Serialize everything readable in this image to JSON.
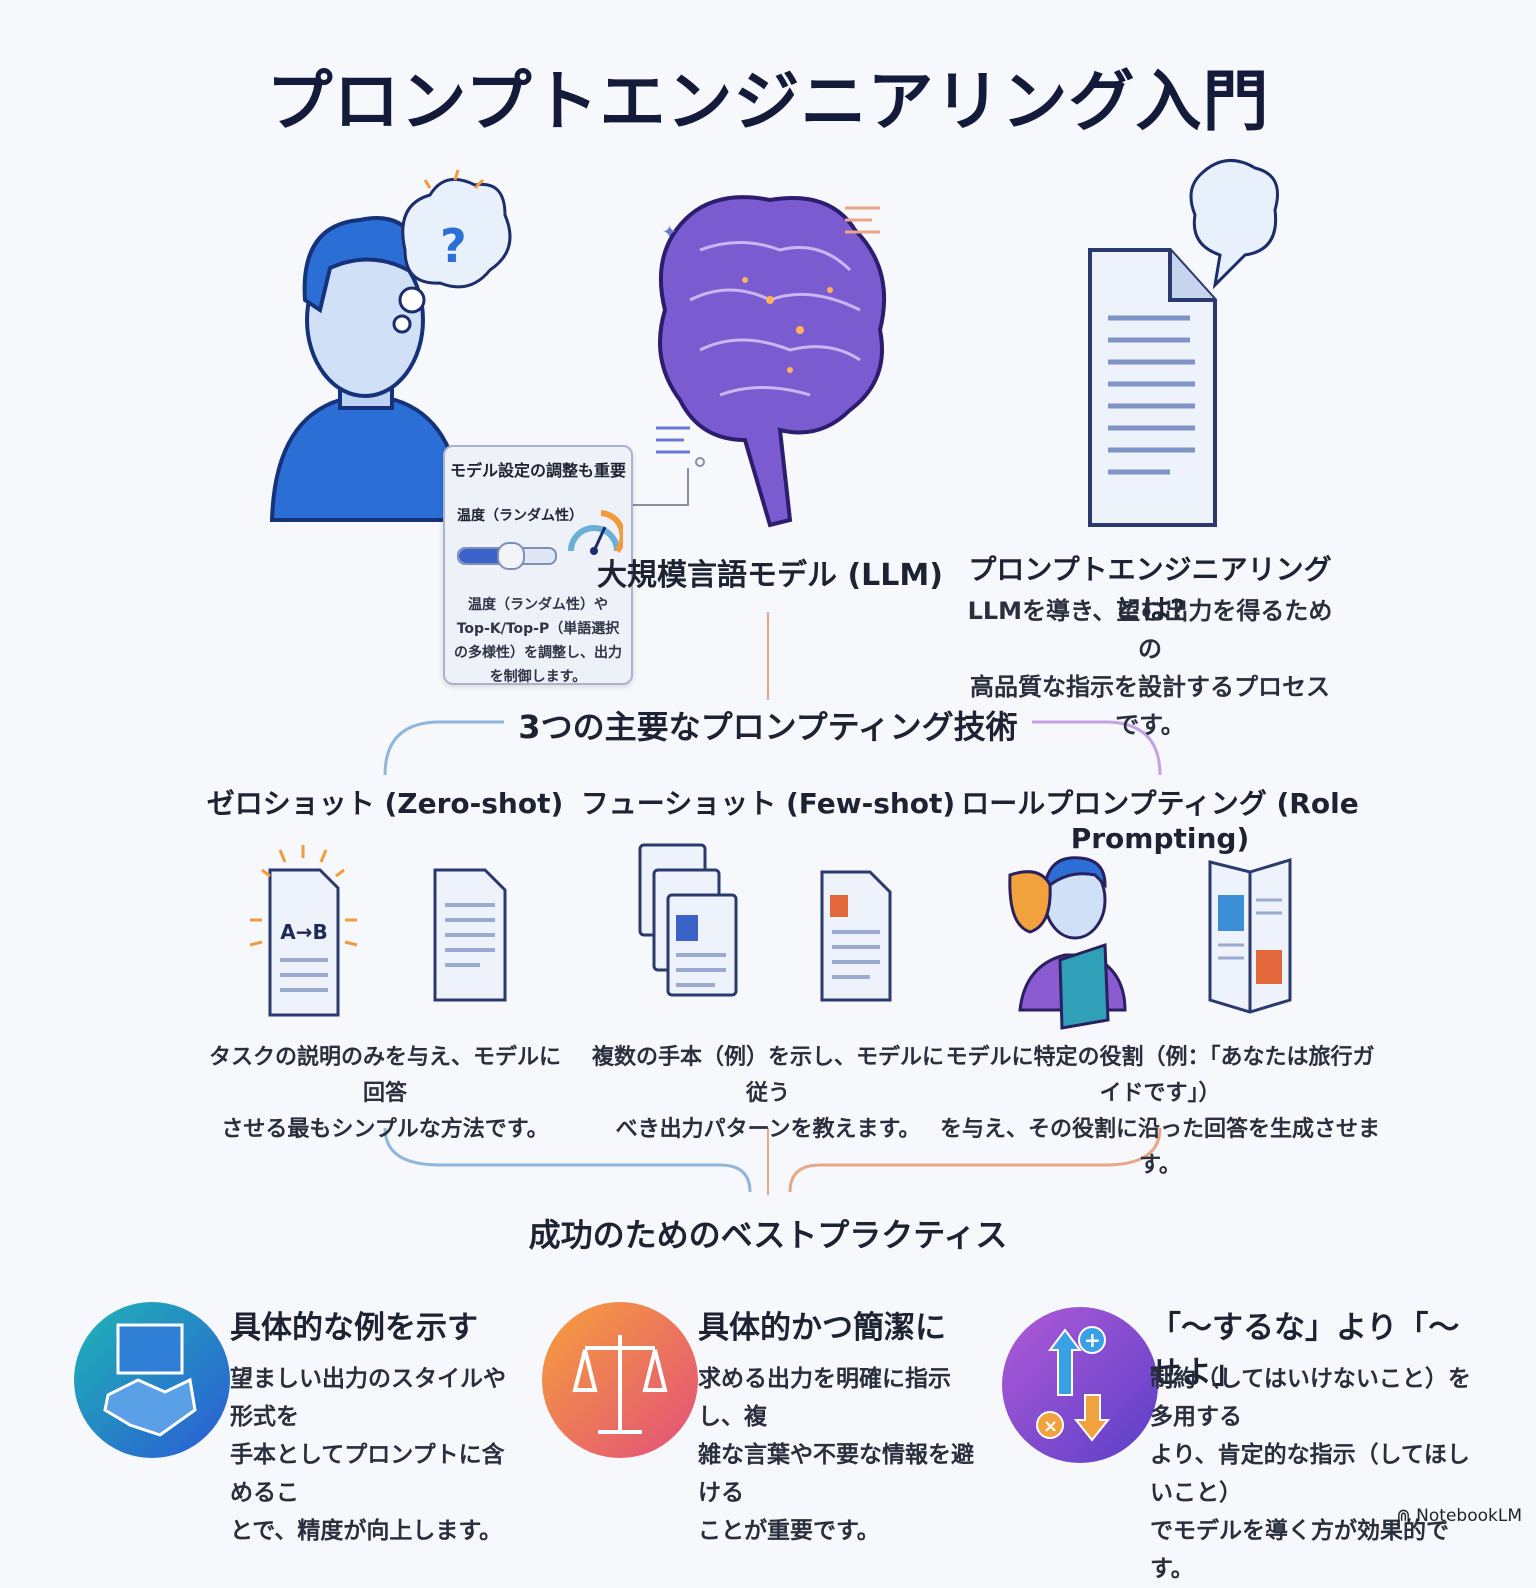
{
  "title": "プロンプトエンジニアリング入門",
  "settings": {
    "title": "モデル設定の調整も重要",
    "temperature_label": "温度（ランダム性）",
    "description": "温度（ランダム性）やTop-K/Top-P（単語選択の多様性）を調整し、出力を制御します。"
  },
  "llm_label": "大規模言語モデル (LLM)",
  "definition": {
    "title": "プロンプトエンジニアリングとは?",
    "line1": "LLMを導き、望む出力を得るための",
    "line2": "高品質な指示を設計するプロセスです。"
  },
  "techniques_heading": "3つの主要なプロンプティング技術",
  "techniques": [
    {
      "title": "ゼロショット (Zero-shot)",
      "icon_text": "A→B",
      "line1": "タスクの説明のみを与え、モデルに回答",
      "line2": "させる最もシンプルな方法です。"
    },
    {
      "title": "フューショット (Few-shot)",
      "line1": "複数の手本（例）を示し、モデルに従う",
      "line2": "べき出力パターンを教えます。"
    },
    {
      "title": "ロールプロンプティング (Role Prompting)",
      "line1": "モデルに特定の役割（例：「あなたは旅行ガイドです」）",
      "line2": "を与え、その役割に沿った回答を生成させます。"
    }
  ],
  "best_practices_heading": "成功のためのベストプラクティス",
  "best_practices": [
    {
      "title": "具体的な例を示す",
      "lines": [
        "望ましい出力のスタイルや形式を",
        "手本としてプロンプトに含めるこ",
        "とで、精度が向上します。"
      ]
    },
    {
      "title": "具体的かつ簡潔に",
      "lines": [
        "求める出力を明確に指示し、複",
        "雑な言葉や不要な情報を避ける",
        "ことが重要です。"
      ]
    },
    {
      "title": "「～するな」より「～せよ」",
      "lines": [
        "制約（してはいけないこと）を多用する",
        "より、肯定的な指示（してほしいこと）",
        "でモデルを導く方が効果的です。"
      ]
    }
  ],
  "brand": "NotebookLM",
  "colors": {
    "blue": "#2f6fd6",
    "purple": "#8a5bd1",
    "orange": "#f08a3c",
    "teal": "#1aa3b8",
    "navy": "#131a3a"
  }
}
